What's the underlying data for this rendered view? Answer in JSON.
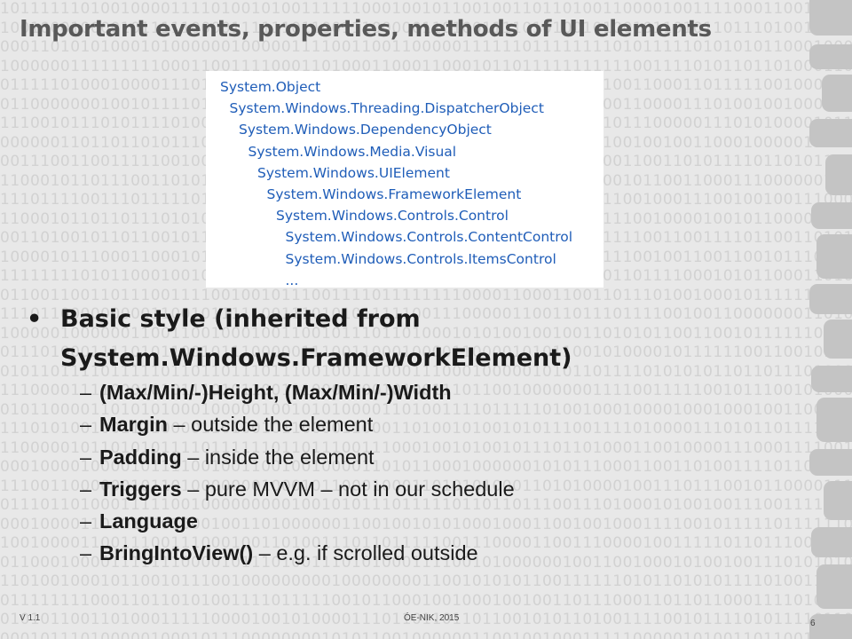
{
  "slide": {
    "title": "Important events, properties, methods of UI elements"
  },
  "hierarchy": [
    {
      "text": "System.Object",
      "level": 0
    },
    {
      "text": "System.Windows.Threading.DispatcherObject",
      "level": 1
    },
    {
      "text": "System.Windows.DependencyObject",
      "level": 2
    },
    {
      "text": "System.Windows.Media.Visual",
      "level": 3
    },
    {
      "text": "System.Windows.UIElement",
      "level": 4
    },
    {
      "text": "System.Windows.FrameworkElement",
      "level": 5
    },
    {
      "text": "System.Windows.Controls.Control",
      "level": 6
    },
    {
      "text": "System.Windows.Controls.ContentControl",
      "level": 7
    },
    {
      "text": "System.Windows.Controls.ItemsControl",
      "level": 7
    },
    {
      "text": "...",
      "level": 7
    }
  ],
  "bullet": {
    "marker": "•",
    "text": "Basic style (inherited from System.Windows.FrameworkElement)"
  },
  "subitems": [
    {
      "dash": "–",
      "term": "(Max/Min/-)Height, (Max/Min/-)Width",
      "desc": ""
    },
    {
      "dash": "–",
      "term": "Margin",
      "desc": " – outside the element"
    },
    {
      "dash": "–",
      "term": "Padding",
      "desc": " – inside the element"
    },
    {
      "dash": "–",
      "term": "Triggers",
      "desc": " – pure MVVM – not in our schedule"
    },
    {
      "dash": "–",
      "term": "Language",
      "desc": ""
    },
    {
      "dash": "–",
      "term": "BringIntoView()",
      "desc": " – e.g. if scrolled outside"
    }
  ],
  "footer": {
    "version": "V 1.1",
    "center": "ÓE-NIK, 2015",
    "page": "6"
  },
  "colors": {
    "background": "#e8e8e8",
    "binary_digits": "#d2d2d2",
    "title": "#595959",
    "hierarchy_text": "#1f5db8",
    "body_text": "#1a1a1a",
    "deco_blocks": "#c4c4c4"
  }
}
